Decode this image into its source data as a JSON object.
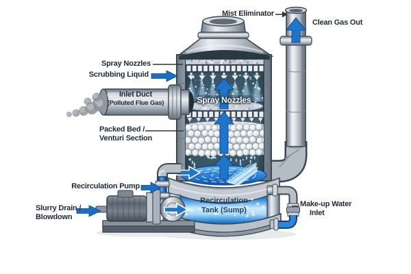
{
  "diagram": {
    "type": "wet-scrubber-schematic",
    "labels": {
      "mist_eliminator": "Mist Eliminator",
      "clean_gas_out": "Clean Gas Out",
      "spray_nozzles": "Spray Nozzles",
      "scrubbing_liquid": "Scrubbing Liquid",
      "inlet_duct": "Inlet Duct",
      "inlet_duct_sub": "(Polluted Flue Gas)",
      "packed_bed_1": "Packed Bed /",
      "packed_bed_2": "Venturi Section",
      "spray_nozzles_internal": "Spray Nozzles",
      "recirculation_pump": "Recirculation Pump",
      "slurry_drain_1": "Slurry Drain /",
      "slurry_drain_2": "Blowdown",
      "recirc_tank_1": "Recirculation",
      "recirc_tank_2": "Tank (Sump)",
      "makeup_water_1": "Make-up Water",
      "makeup_water_2": "Inlet"
    },
    "colors": {
      "label_text": "#1d2938",
      "tank_label_text": "#16405f",
      "inner_label_text": "#ffffff",
      "flow_arrow_blue": "#1f74cc",
      "label_arrow_blue": "#1a6ec6",
      "water_blue": "#2a86d8",
      "metal_gray": "#b9c1c8",
      "interior_slate": "#3e5b6b",
      "background": "#ffffff"
    }
  }
}
